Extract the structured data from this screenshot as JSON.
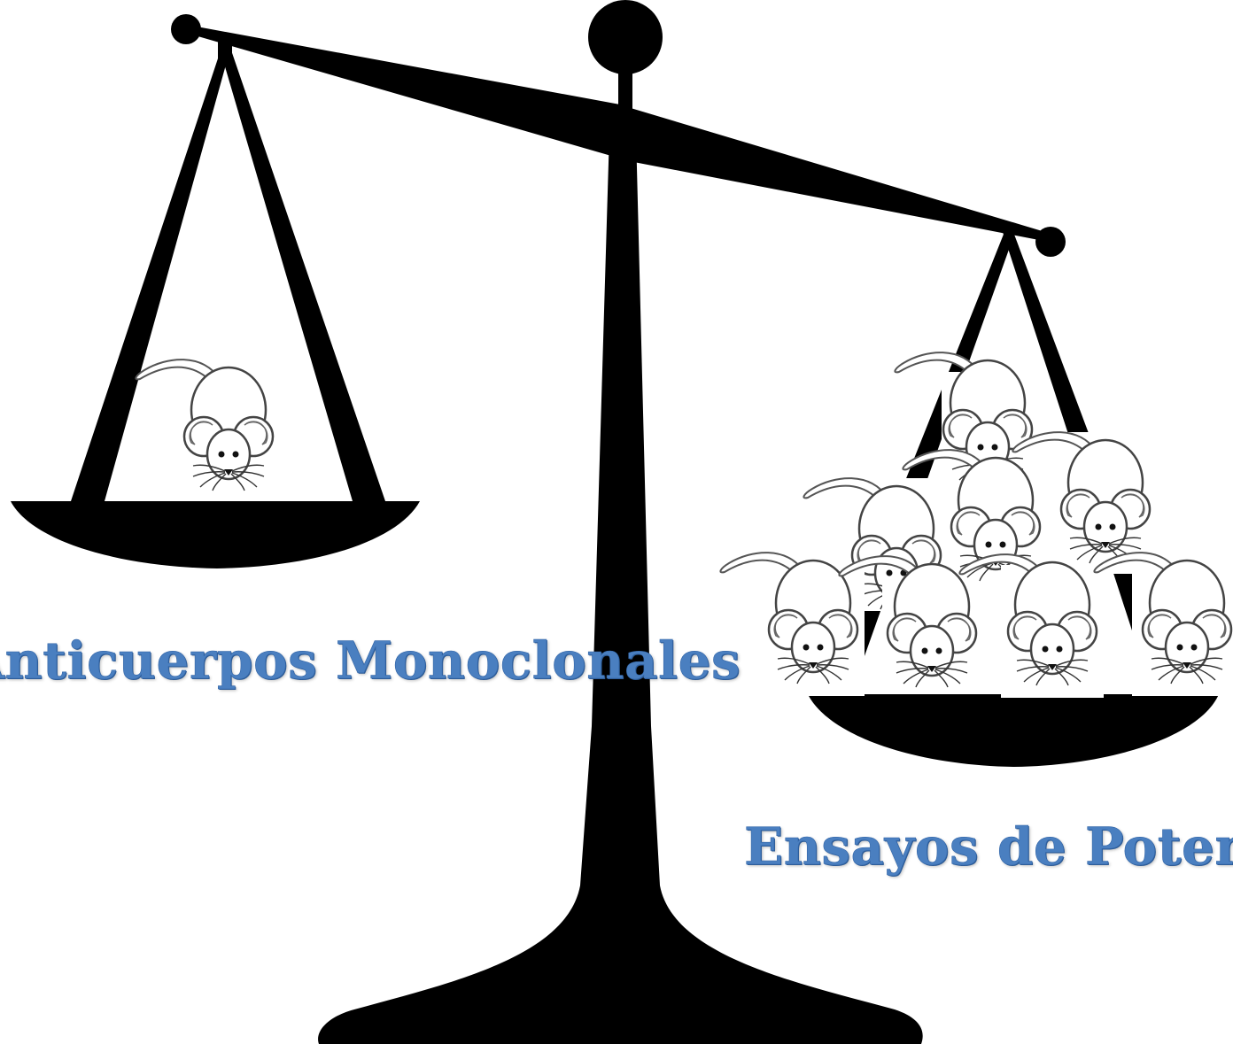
{
  "labels": {
    "left_pan": "Anticuerpos Monoclonales",
    "right_pan": "Ensayos de Potencia"
  },
  "counts": {
    "left_pan_mice": 1,
    "right_pan_mice": 8
  },
  "colors": {
    "label_text": "#4a7fc0",
    "scale": "#000000",
    "mouse_body": "#ffffff",
    "mouse_ear_inner": "#b5b5b5"
  },
  "icons": {
    "scale": "balance-scale-icon",
    "mouse": "mouse-icon"
  }
}
